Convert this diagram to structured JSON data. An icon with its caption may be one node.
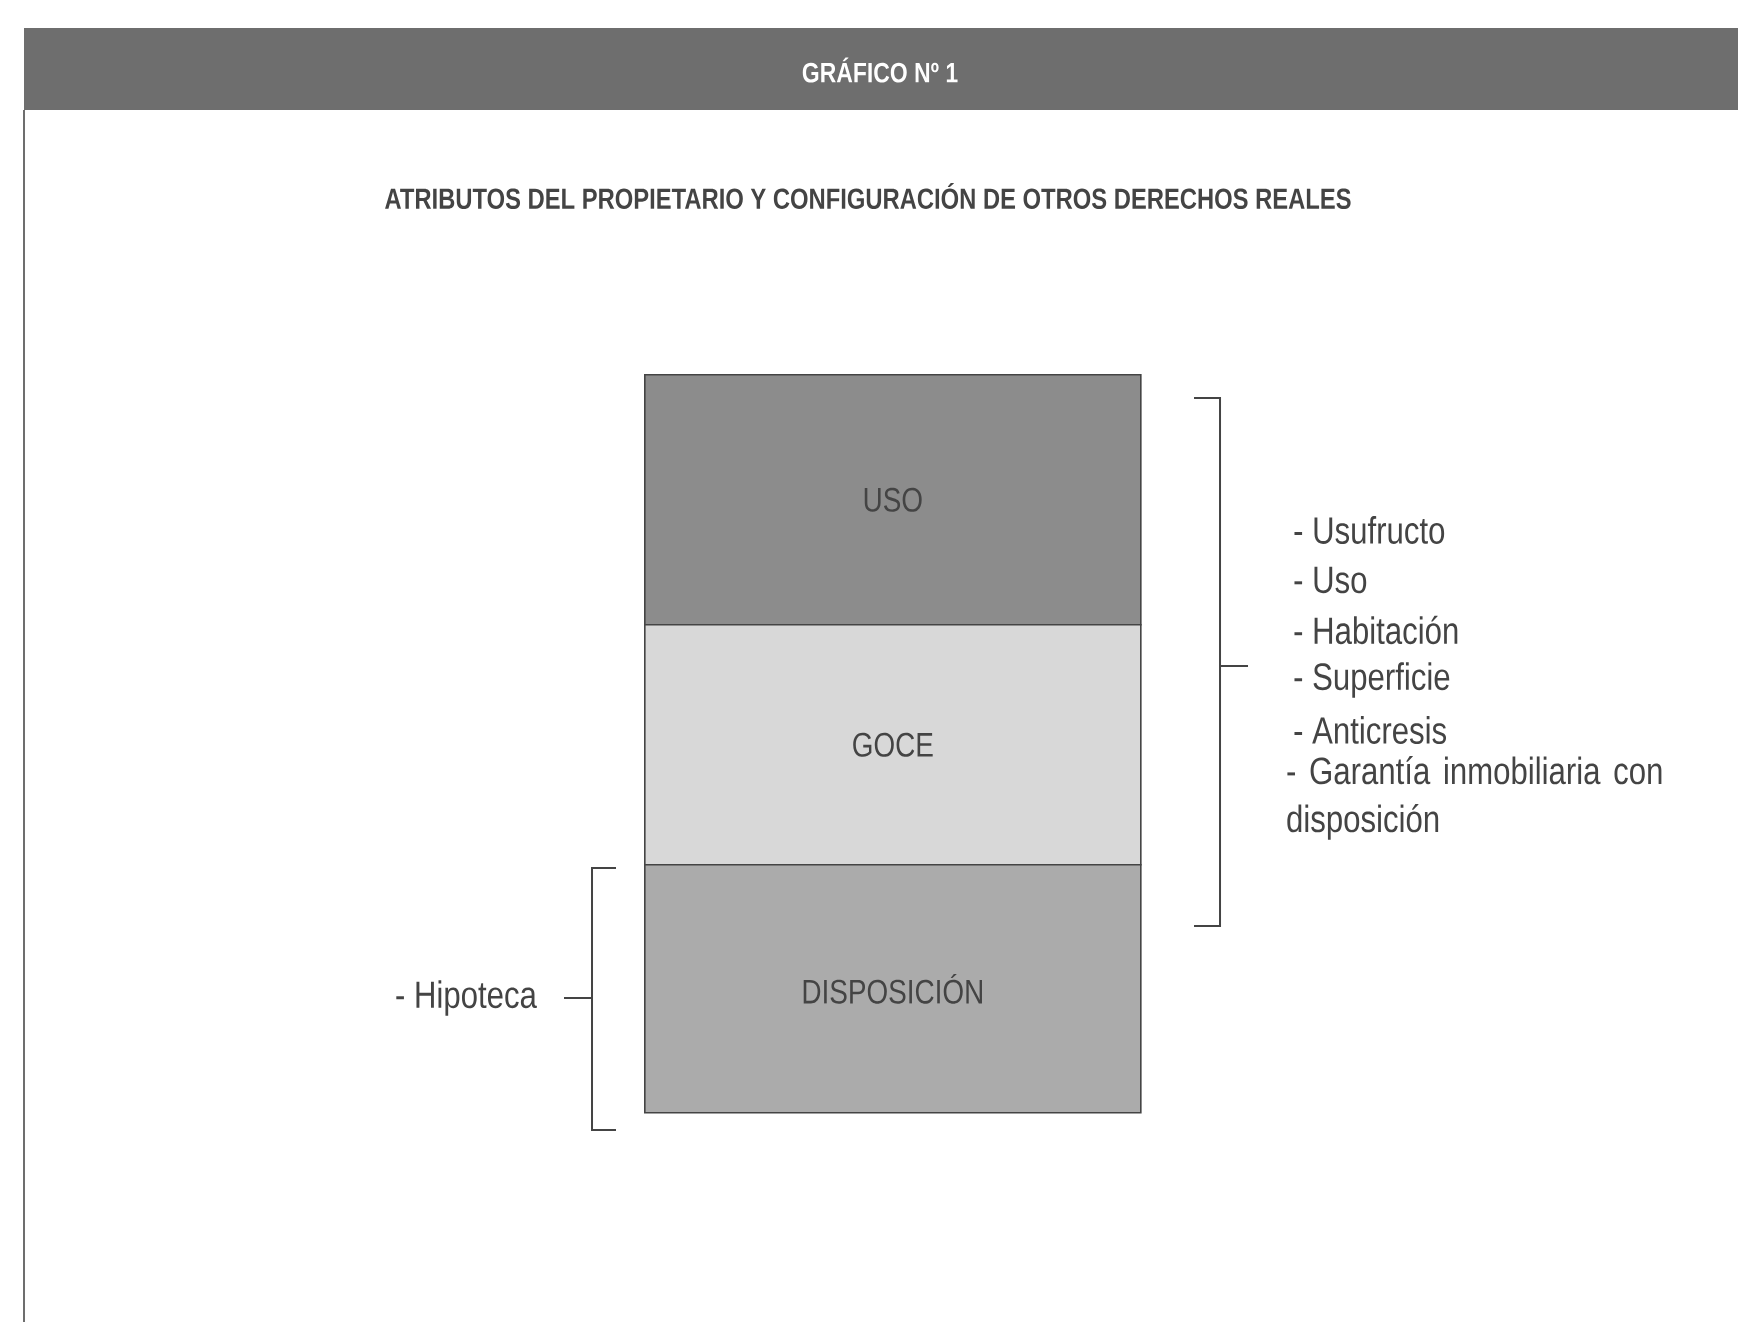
{
  "diagram": {
    "title": "GRÁFICO Nº 1",
    "nodes": [
      {
        "text": [
          "USO"
        ]
      },
      {
        "text": [
          "GOCE"
        ]
      },
      {
        "text": [
          "DISPOSICIÓN"
        ]
      }
    ],
    "labels": [
      "ATRIBUTOS DEL PROPIETARIO Y CONFIGURACIÓN DE OTROS DERECHOS REALES",
      "- Usufructo",
      "- Uso",
      "- Habitación",
      "- Superficie",
      "- Anticresis",
      "- Garantía inmobiliaria con disposición",
      "- Hipoteca"
    ]
  }
}
